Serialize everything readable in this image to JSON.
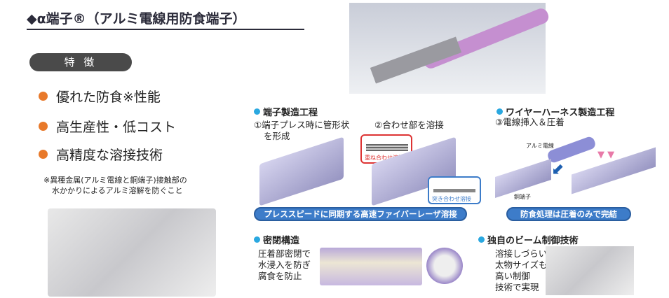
{
  "title": "◆α端子®（アルミ電線用防食端子）",
  "features_badge": "特 徴",
  "features": [
    "優れた防食※性能",
    "高生産性・低コスト",
    "高精度な溶接技術"
  ],
  "footnote": [
    "※異種金属(アルミ電線と銅端子)接触部の",
    "水かかりによるアルミ溶解を防ぐこと"
  ],
  "terminal_process": {
    "heading": "端子製造工程",
    "step1": [
      "①端子プレス時に管形状",
      "を形成"
    ],
    "step2": "②合わせ部を溶接",
    "lap_label": "重ね合わせ溶接",
    "butt_label": "突き合わせ溶接",
    "banner": "プレススピードに同期する高速ファイバーレーザ溶接"
  },
  "harness_process": {
    "heading": "ワイヤーハーネス製造工程",
    "step3": "③電線挿入＆圧着",
    "wire_label": "アルミ電線",
    "terminal_label": "銅端子",
    "banner": "防食処理は圧着のみで完結"
  },
  "sealing": {
    "heading": "密閉構造",
    "text": [
      "圧着部密閉で",
      "水浸入を防ぎ",
      "腐食を防止"
    ]
  },
  "beam": {
    "heading": "独自のビーム制御技術",
    "text": [
      "溶接しづらい",
      "太物サイズも",
      "高い制御",
      "技術で実現"
    ]
  },
  "colors": {
    "accent_orange": "#e8792a",
    "accent_blue": "#2aa8e0",
    "banner_blue": "#3d7cc9"
  }
}
